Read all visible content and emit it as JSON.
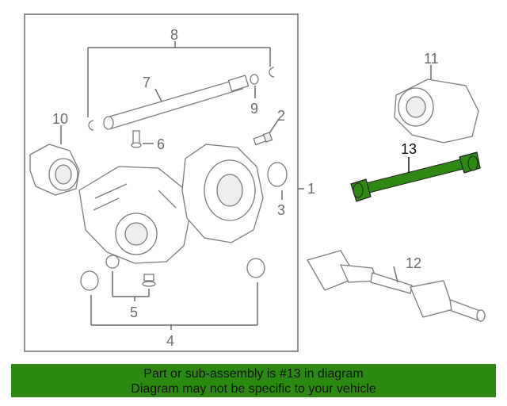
{
  "diagram": {
    "callouts": [
      "1",
      "2",
      "3",
      "4",
      "5",
      "6",
      "7",
      "8",
      "9",
      "10",
      "11",
      "12",
      "13"
    ],
    "highlight_color": "#2f8a12",
    "part_color": "#7a7a7a"
  },
  "banner": {
    "line1": "Part or sub-assembly is #13 in diagram",
    "line2": "Diagram may not be specific to your vehicle",
    "background": "#2d8a10"
  }
}
